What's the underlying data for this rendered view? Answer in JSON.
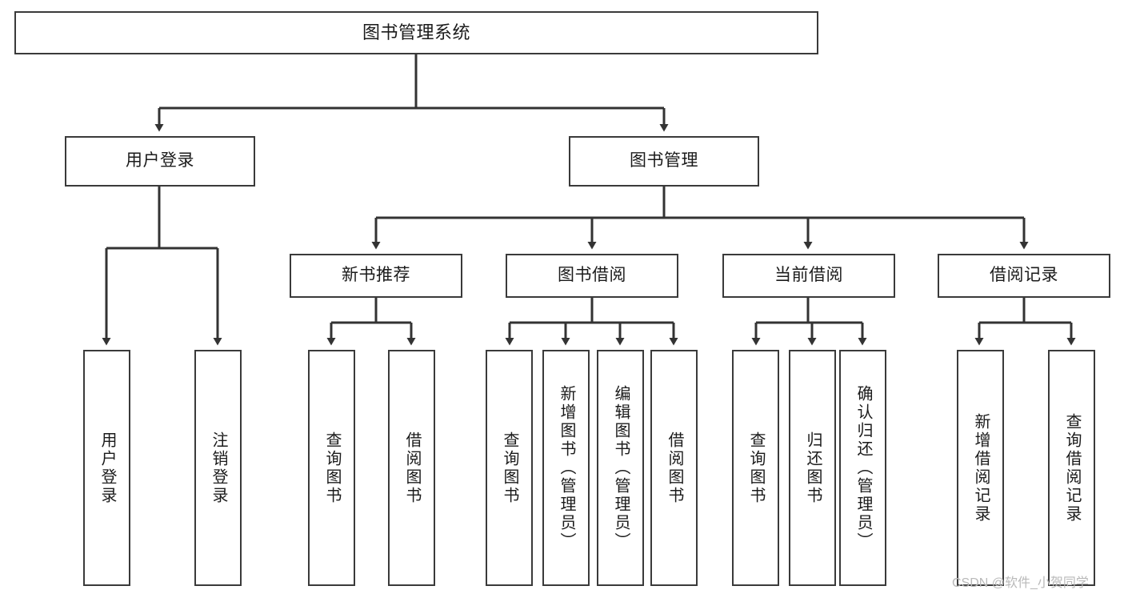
{
  "diagram": {
    "type": "hierarchy-tree",
    "title": "图书管理系统",
    "orientation": "top-down",
    "watermark": "CSDN @软件_小贺同学",
    "colors": {
      "box_border": "#3a3a3a",
      "box_fill": "#ffffff",
      "connector": "#333333",
      "text": "#1b1b1b",
      "watermark": "#b9b9b9"
    },
    "nodes": {
      "root": {
        "label": "图书管理系统"
      },
      "level2": [
        {
          "id": "user-login",
          "label": "用户登录"
        },
        {
          "id": "book-management",
          "label": "图书管理"
        }
      ],
      "level3": [
        {
          "id": "new-book-recommend",
          "label": "新书推荐"
        },
        {
          "id": "book-borrow",
          "label": "图书借阅"
        },
        {
          "id": "current-borrow",
          "label": "当前借阅"
        },
        {
          "id": "borrow-record",
          "label": "借阅记录"
        }
      ],
      "leaves": {
        "user_login": [
          {
            "id": "leaf-user-login",
            "label": "用户登录"
          },
          {
            "id": "leaf-logout-login",
            "label": "注销登录"
          }
        ],
        "new_book_recommend": [
          {
            "id": "leaf-query-book-1",
            "label": "查询图书"
          },
          {
            "id": "leaf-borrow-book-1",
            "label": "借阅图书"
          }
        ],
        "book_borrow": [
          {
            "id": "leaf-query-book-2",
            "label": "查询图书"
          },
          {
            "id": "leaf-add-book-admin",
            "label": "新增图书（管理员）"
          },
          {
            "id": "leaf-edit-book-admin",
            "label": "编辑图书（管理员）"
          },
          {
            "id": "leaf-borrow-book-2",
            "label": "借阅图书"
          }
        ],
        "current_borrow": [
          {
            "id": "leaf-query-book-3",
            "label": "查询图书"
          },
          {
            "id": "leaf-return-book",
            "label": "归还图书"
          },
          {
            "id": "leaf-confirm-return-admin",
            "label": "确认归还（管理员）"
          }
        ],
        "borrow_record": [
          {
            "id": "leaf-add-borrow-record",
            "label": "新增借阅记录"
          },
          {
            "id": "leaf-query-borrow-record",
            "label": "查询借阅记录"
          }
        ]
      }
    }
  }
}
